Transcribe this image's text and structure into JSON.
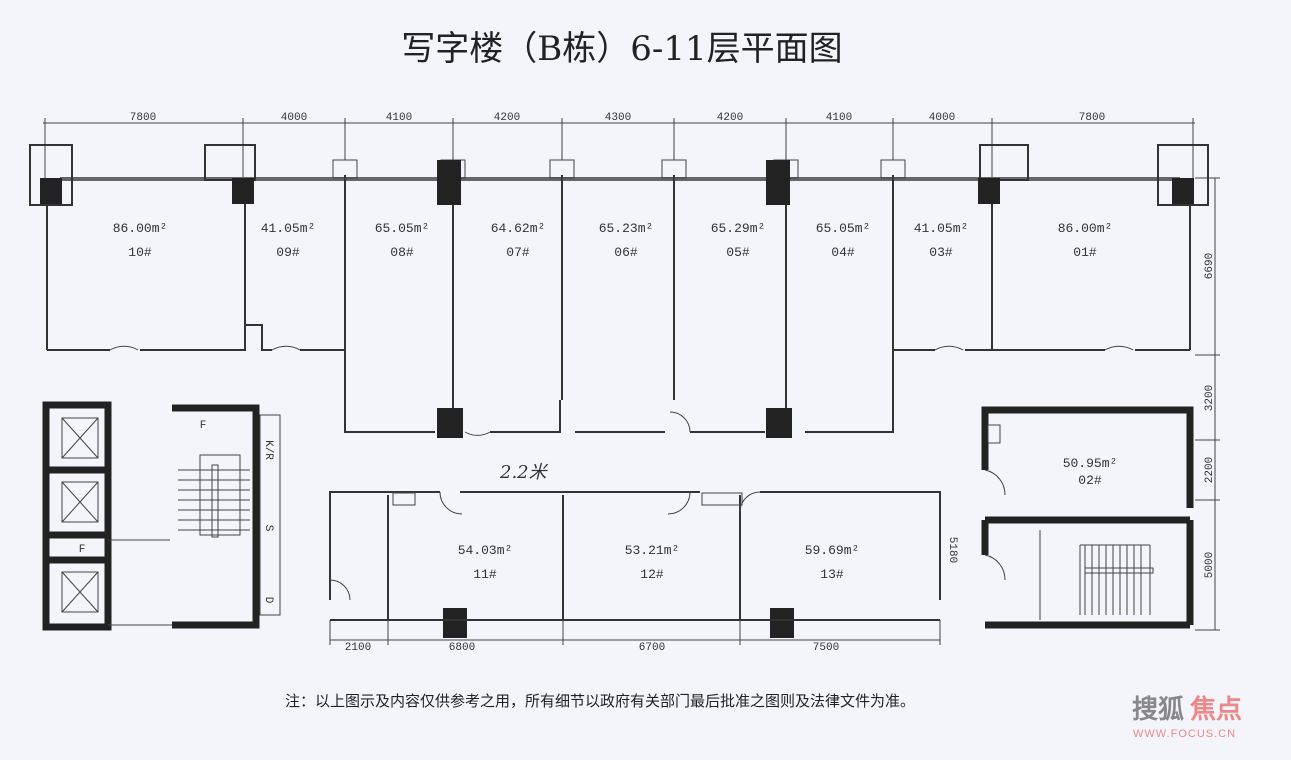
{
  "title": "写字楼（B栋）6-11层平面图",
  "top_dimensions": [
    "7800",
    "4000",
    "4100",
    "4200",
    "4300",
    "4200",
    "4100",
    "4000",
    "7800"
  ],
  "right_dimensions": [
    "6690",
    "3200",
    "2200",
    "5000"
  ],
  "bottom_dimensions": [
    "2100",
    "6800",
    "6700",
    "7500"
  ],
  "lower_depth_dimension": "5180",
  "units": [
    {
      "area": "86.00m²",
      "number": "10#"
    },
    {
      "area": "41.05m²",
      "number": "09#"
    },
    {
      "area": "65.05m²",
      "number": "08#"
    },
    {
      "area": "64.62m²",
      "number": "07#"
    },
    {
      "area": "65.23m²",
      "number": "06#"
    },
    {
      "area": "65.29m²",
      "number": "05#"
    },
    {
      "area": "65.05m²",
      "number": "04#"
    },
    {
      "area": "41.05m²",
      "number": "03#"
    },
    {
      "area": "86.00m²",
      "number": "01#"
    },
    {
      "area": "50.95m²",
      "number": "02#"
    },
    {
      "area": "54.03m²",
      "number": "11#"
    },
    {
      "area": "53.21m²",
      "number": "12#"
    },
    {
      "area": "59.69m²",
      "number": "13#"
    }
  ],
  "core_labels": {
    "fire": "F",
    "kr": "K/R",
    "shaft": "S",
    "d": "D"
  },
  "handwritten_note": "2.2米",
  "footnote": "注：以上图示及内容仅供参考之用，所有细节以政府有关部门最后批准之图则及法律文件为准。",
  "watermark": {
    "brand_gray": "搜狐",
    "brand_red": "焦点",
    "url": "WWW.FOCUS.CN"
  },
  "colors": {
    "paper": "#f4f5fb",
    "ink": "#222222",
    "watermark_red": "#e88888"
  }
}
